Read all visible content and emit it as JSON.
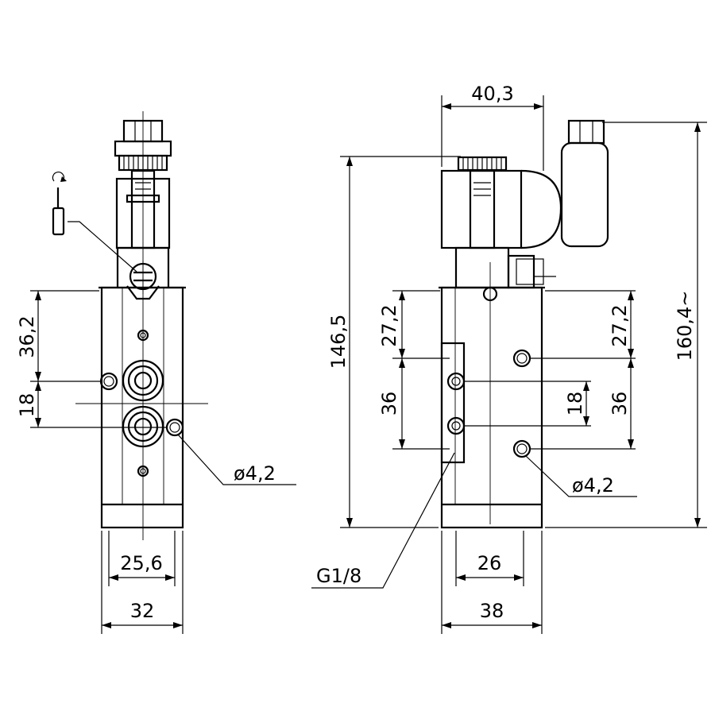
{
  "left_view": {
    "dim_height_upper": "36,2",
    "dim_port_spacing": "18",
    "dim_inner_width": "25,6",
    "dim_total_width": "32",
    "dim_hole_diameter": "ø4,2"
  },
  "right_view": {
    "dim_coil_width": "40,3",
    "dim_body_height": "146,5",
    "dim_total_height": "160,4~",
    "dim_upper_left": "27,2",
    "dim_upper_right": "27,2",
    "dim_lower_left": "36",
    "dim_lower_right": "36",
    "dim_port_spacing": "18",
    "dim_hole_diameter": "ø4,2",
    "dim_thread": "G1/8",
    "dim_inner_width": "26",
    "dim_total_width": "38"
  }
}
